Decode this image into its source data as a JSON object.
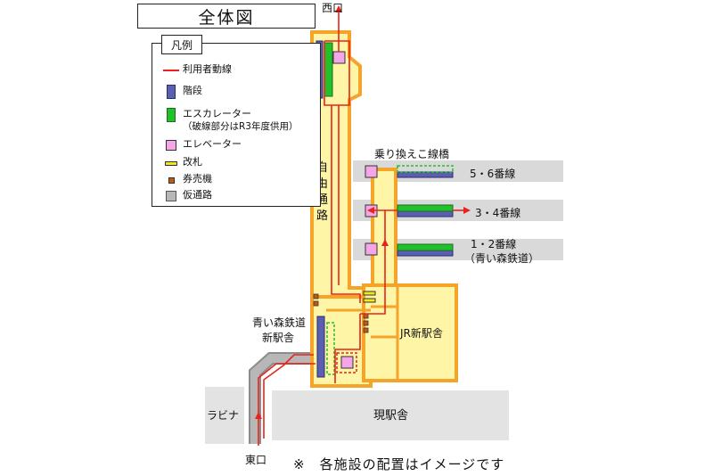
{
  "title": "全体図",
  "legend": {
    "heading": "凡例",
    "items": [
      {
        "label": "利用者動線",
        "sub": ""
      },
      {
        "label": "階段",
        "sub": ""
      },
      {
        "label": "エスカレーター",
        "sub": "（破線部分はR3年度供用）"
      },
      {
        "label": "エレベーター",
        "sub": ""
      },
      {
        "label": "改札",
        "sub": ""
      },
      {
        "label": "券売機",
        "sub": ""
      },
      {
        "label": "仮通路",
        "sub": ""
      }
    ]
  },
  "labels": {
    "west_exit": "西口",
    "east_exit": "東口",
    "free_passage": [
      "自",
      "由",
      "通",
      "路"
    ],
    "transfer_bridge": "乗り換えこ線橋",
    "track_56": "5・6番線",
    "track_34": "3・4番線",
    "track_12": "1・2番線",
    "track_12_sub": "（青い森鉄道）",
    "aoimori_station_l1": "青い森鉄道",
    "aoimori_station_l2": "新駅舎",
    "jr_new_station": "JR新駅舎",
    "current_station": "現駅舎",
    "lavina": "ラビナ"
  },
  "note": "※　各施設の配置はイメージです",
  "colors": {
    "route": "#e8231c",
    "stairs": "#5b5fb0",
    "escalator": "#22c02a",
    "elevator": "#f4a6e8",
    "gate": "#f5e61a",
    "ticket": "#c05a10",
    "temporary": "#b7b7b7",
    "building_fill": "#fff5a6",
    "building_border": "#f5a42a",
    "platform": "#d9d9d9"
  }
}
